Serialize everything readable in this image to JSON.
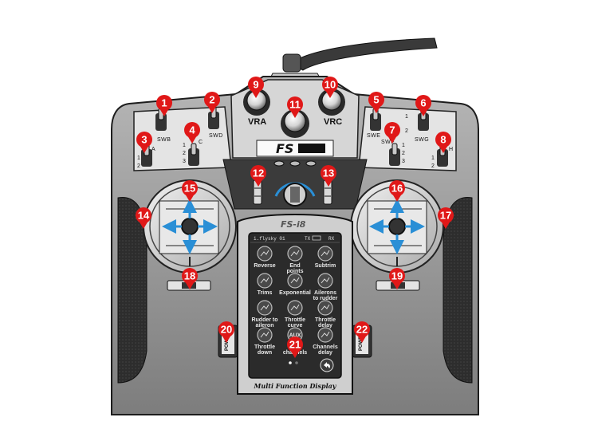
{
  "knobs": {
    "vra": "VRA",
    "vrc": "VRC"
  },
  "switches": {
    "swb": "SWB",
    "swd": "SWD",
    "swa": "A",
    "swc": "C",
    "swe": "SWE",
    "swg": "SWG",
    "swf": "SWF",
    "swh": "H"
  },
  "switch_positions": {
    "p1": "1",
    "p2": "2",
    "p3": "3"
  },
  "brand": {
    "logo": "FS",
    "model": "FS-i8"
  },
  "screen": {
    "status_left": "i.flysky 01",
    "status_tx": "TX",
    "status_rx": "RX",
    "menu": [
      {
        "label": "Reverse",
        "sub": ""
      },
      {
        "label": "End",
        "sub": "points"
      },
      {
        "label": "Subtrim",
        "sub": ""
      },
      {
        "label": "Trims",
        "sub": ""
      },
      {
        "label": "Exponential",
        "sub": ""
      },
      {
        "label": "Ailerons",
        "sub": "to rudder"
      },
      {
        "label": "Rudder to",
        "sub": "aileron"
      },
      {
        "label": "Throttle",
        "sub": "curve"
      },
      {
        "label": "Throttle",
        "sub": "delay"
      },
      {
        "label": "Throttle",
        "sub": "down"
      },
      {
        "label": "Aux",
        "sub": "channels"
      },
      {
        "label": "Channels",
        "sub": "delay"
      }
    ],
    "aux_icon_text": "AUX",
    "caption": "Multi Function Display"
  },
  "power": {
    "left": "POWER",
    "right": "POWER"
  },
  "callouts": [
    "1",
    "2",
    "3",
    "4",
    "5",
    "6",
    "7",
    "8",
    "9",
    "10",
    "11",
    "12",
    "13",
    "14",
    "15",
    "16",
    "17",
    "18",
    "19",
    "20",
    "21",
    "22"
  ],
  "colors": {
    "callout": "#e01818",
    "arrow": "#2a8fd6",
    "body": "#9a9a9a",
    "screen": "#2b2b2b"
  }
}
